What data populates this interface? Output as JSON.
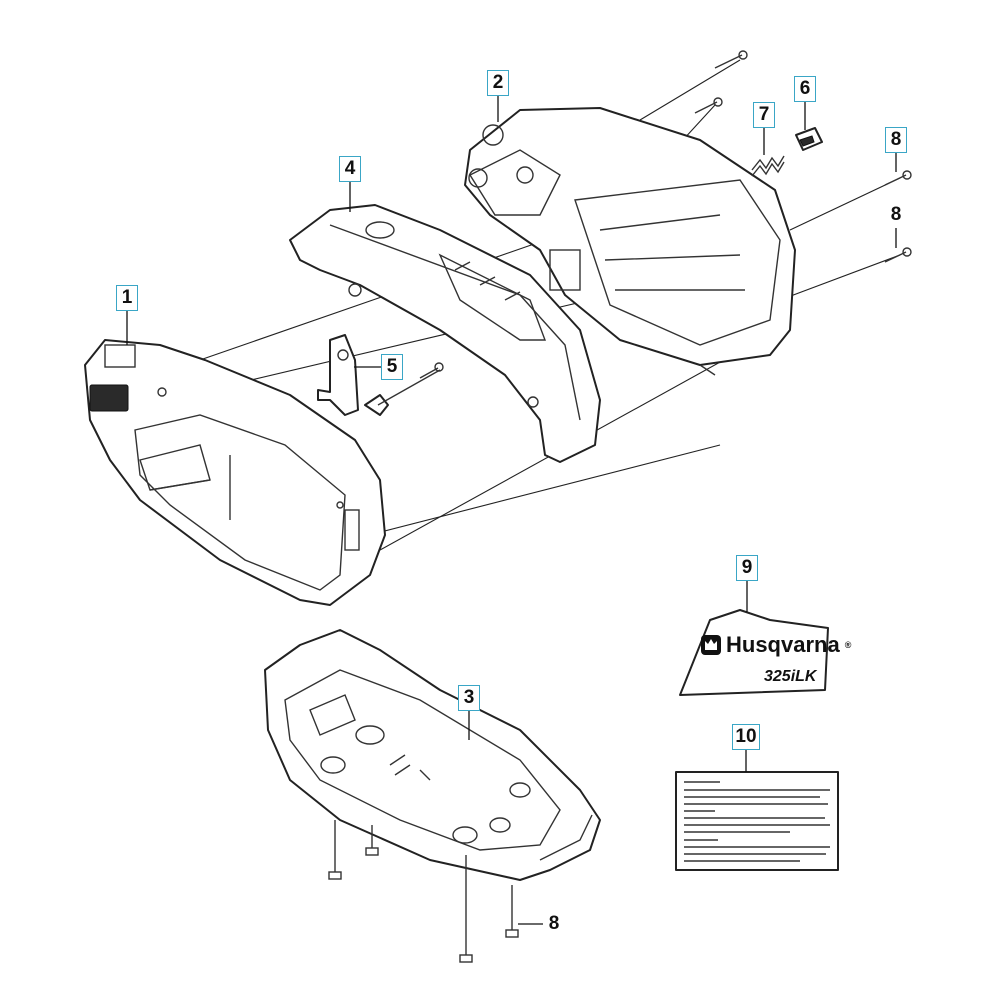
{
  "callouts": [
    {
      "label": "1",
      "boxed": true
    },
    {
      "label": "2",
      "boxed": true
    },
    {
      "label": "3",
      "boxed": true
    },
    {
      "label": "4",
      "boxed": true
    },
    {
      "label": "5",
      "boxed": true
    },
    {
      "label": "6",
      "boxed": true
    },
    {
      "label": "7",
      "boxed": true
    },
    {
      "label": "8",
      "boxed": true
    },
    {
      "label": "8",
      "boxed": false
    },
    {
      "label": "8",
      "boxed": false
    },
    {
      "label": "9",
      "boxed": true
    },
    {
      "label": "10",
      "boxed": true
    }
  ],
  "decal": {
    "brand": "Husqvarna",
    "registered": "®",
    "model": "325iLK"
  },
  "colors": {
    "line": "#222222",
    "callout_border": "#3aa6c6",
    "background": "#ffffff"
  }
}
